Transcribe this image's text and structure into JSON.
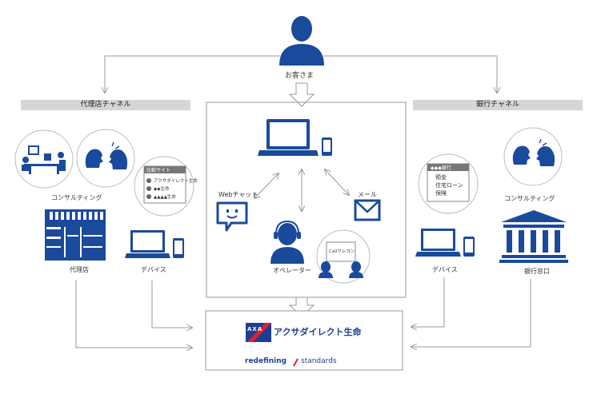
{
  "customer": {
    "label": "お客さま",
    "icon": "person-icon"
  },
  "channels": {
    "agency": {
      "header": "代理店チャネル",
      "consulting_label": "コンサルティング",
      "office_label": "代理店",
      "device_label": "デバイス",
      "comparison_site": {
        "title": "比較サイト",
        "rows": [
          "アクサダイレクト生命",
          "◆◆生命",
          "▲▲▲▲生命"
        ]
      }
    },
    "direct": {
      "webchat_label": "Webチャット",
      "mail_label": "メール",
      "operator_label": "オペレーター",
      "call_label": "Callクレヨン"
    },
    "bank": {
      "header": "銀行チャネル",
      "consulting_label": "コンサルティング",
      "device_label": "デバイス",
      "counter_label": "銀行窓口",
      "bank_site": {
        "title": "◆◆◆銀行",
        "items": [
          "預金",
          "住宅ローン",
          "保険"
        ]
      }
    }
  },
  "brand": {
    "name": "アクサダイレクト生命",
    "tagline_left": "redefining",
    "tagline_right": "standards",
    "logo_text": "AXA",
    "colors": {
      "blue": "#1c3f94",
      "red": "#ee1c25"
    }
  },
  "colors": {
    "icon": "#1a4a9c",
    "arrow": "#999999",
    "bubble": "#bdbdbd",
    "header_bg": "#d6d6d6"
  }
}
